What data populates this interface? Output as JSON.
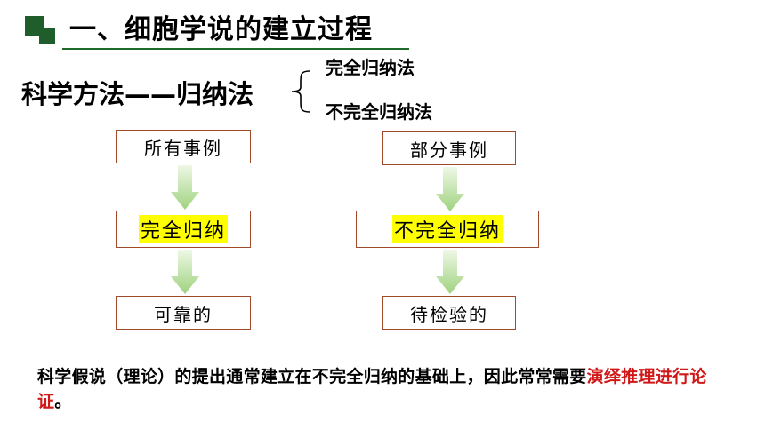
{
  "header": {
    "title": "一、细胞学说的建立过程",
    "accent_color": "#1f6b2e"
  },
  "method": {
    "label": "科学方法——归纳法",
    "branches": [
      "完全归纳法",
      "不完全归纳法"
    ]
  },
  "flow_left": {
    "top": "所有事例",
    "middle": "完全归纳",
    "bottom": "可靠的"
  },
  "flow_right": {
    "top": "部分事例",
    "middle": "不完全归纳",
    "bottom": "待检验的"
  },
  "note": {
    "part1": "科学假说（理论）的提出通常建立在不完全归纳的基础上，因此常常需要",
    "highlight": "演绎推理进行论证",
    "end": "。",
    "highlight_color": "#d01818"
  },
  "box_border_color": "#a04a2a",
  "arrow_color": "#a8d88c"
}
